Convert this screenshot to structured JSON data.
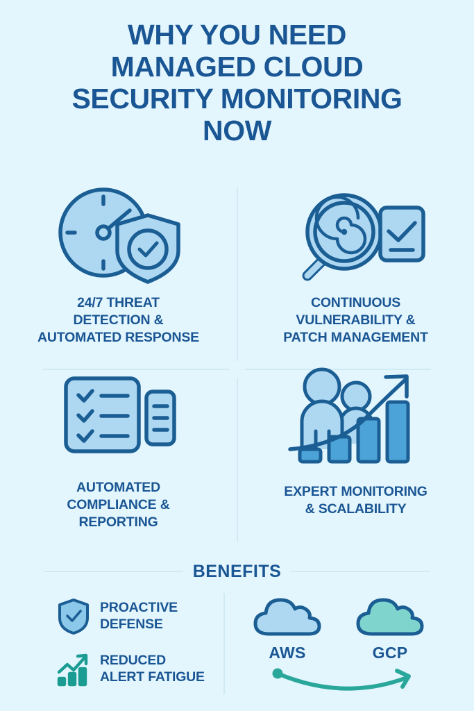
{
  "theme": {
    "background": "#e4f6fd",
    "heading_blue": "#1a5694",
    "icon_outline": "#1b5e94",
    "icon_fill_light": "#aed8f2",
    "icon_fill_mid": "#4ca3d8",
    "teal": "#2aa79b",
    "divider": "#cfe9f5"
  },
  "title": {
    "lines": [
      "WHY YOU NEED",
      "MANAGED CLOUD",
      "SECURITY MONITORING",
      "NOW"
    ]
  },
  "features": [
    {
      "icon": "clock-shield-check-icon",
      "label_lines": [
        "24/7 THREAT",
        "DETECTION &",
        "AUTOMATED RESPONSE"
      ]
    },
    {
      "icon": "magnifier-scan-checklist-icon",
      "label_lines": [
        "CONTINUOUS",
        "VULNERABILITY &",
        "PATCH MANAGEMENT"
      ]
    },
    {
      "icon": "checklist-document-icon",
      "label_lines": [
        "AUTOMATED",
        "COMPLIANCE &",
        "REPORTING"
      ]
    },
    {
      "icon": "people-growth-chart-icon",
      "label_lines": [
        "EXPERT MONITORING",
        "& SCALABILITY"
      ]
    }
  ],
  "benefits": {
    "section_title": "BENEFITS",
    "items": [
      {
        "icon": "shield-check-icon",
        "label_lines": [
          "PROACTIVE",
          "DEFENSE"
        ]
      },
      {
        "icon": "trending-up-bars-icon",
        "label_lines": [
          "REDUCED",
          "ALERT FATIGUE"
        ]
      }
    ],
    "clouds": [
      {
        "icon": "cloud-icon",
        "label": "AWS",
        "color": "#aed8f2"
      },
      {
        "icon": "cloud-icon",
        "label": "GCP",
        "color": "#7fd4cd"
      }
    ],
    "migration_arrow": "curved-arrow-right-icon"
  }
}
